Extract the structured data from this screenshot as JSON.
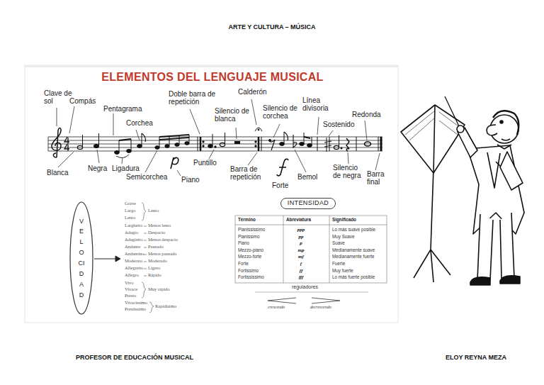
{
  "diagram": {
    "title": "ARTE Y CULTURA – MÚSICA",
    "nodes": [
      {
        "text": [
          "VELOCIDAD"
        ]
      },
      {
        "text": [
          "INTENSIDAD"
        ]
      }
    ],
    "labels": [
      "ELEMENTOS DEL LENGUAJE MUSICAL",
      "Clave de sol",
      "Compás",
      "Pentagrama",
      "Corchea",
      "Doble barra de repetición",
      "Calderón",
      "Silencio de blanca",
      "Silencio de corchea",
      "Línea divisoria",
      "Redonda",
      "Sostenido",
      "Blanca",
      "Negra",
      "Ligadura",
      "Semicorchea",
      "Piano",
      "Puntillo",
      "Barra de repetición",
      "Forte",
      "Bemol",
      "Silencio de negra",
      "Barra final",
      "Grave",
      "Largo",
      "Lento",
      "Lento",
      "Larghetto",
      "Menos lento",
      "Adagio",
      "Despacio",
      "Adagietto",
      "Menos despacio",
      "Andante",
      "Pausado",
      "Andantino",
      "Menos pausado",
      "Moderato",
      "Moderado",
      "Allegretto",
      "Ligero",
      "Allegro",
      "Rápido",
      "Vivo",
      "Vivace",
      "Presto",
      "Muy rápido",
      "Vivacissimo",
      "Prestissimo",
      "Rapidísimo",
      "Término",
      "Abreviatura",
      "Significado",
      "Pianississimo",
      "ppp",
      "Lo más suave posible",
      "Pianissimo",
      "pp",
      "Muy Suave",
      "Piano",
      "p",
      "Suave",
      "Mezzo-piano",
      "mp",
      "Medianamente suave",
      "Mezzo-forte",
      "mf",
      "Medianamente fuerte",
      "Forte",
      "f",
      "Fuerte",
      "Fortissimo",
      "ff",
      "Muy fuerte",
      "Fortississimo",
      "fff",
      "Lo más fuerte posible",
      "reguladores",
      "crescendo",
      "decrescendo",
      "PROFESOR DE EDUCACIÓN MUSICAL",
      "ELOY REYNA MEZA"
    ]
  }
}
